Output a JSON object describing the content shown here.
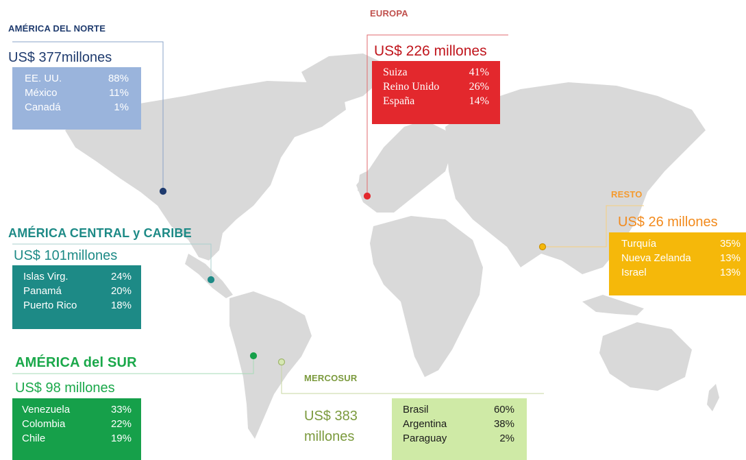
{
  "regions": {
    "north_america": {
      "title": "AMÉRICA DEL NORTE",
      "total": "US$ 377millones",
      "color": "#1f3b6e",
      "rows": [
        {
          "country": "EE. UU.",
          "pct": "88%"
        },
        {
          "country": "México",
          "pct": "11%"
        },
        {
          "country": "Canadá",
          "pct": "1%"
        }
      ]
    },
    "europe": {
      "title": "EUROPA",
      "total": "US$ 226 millones",
      "color": "#e3282d",
      "rows": [
        {
          "country": "Suiza",
          "pct": "41%"
        },
        {
          "country": "Reino Unido",
          "pct": "26%"
        },
        {
          "country": "España",
          "pct": "14%"
        }
      ]
    },
    "central_america": {
      "title": "AMÉRICA CENTRAL y CARIBE",
      "total": "US$ 101millones",
      "color": "#1d8a86",
      "rows": [
        {
          "country": "Islas Virg.",
          "pct": "24%"
        },
        {
          "country": "Panamá",
          "pct": "20%"
        },
        {
          "country": "Puerto Rico",
          "pct": "18%"
        }
      ]
    },
    "south_america": {
      "title": "AMÉRICA del SUR",
      "total": "US$ 98 millones",
      "color": "#16a04a",
      "rows": [
        {
          "country": "Venezuela",
          "pct": "33%"
        },
        {
          "country": "Colombia",
          "pct": "22%"
        },
        {
          "country": "Chile",
          "pct": "19%"
        }
      ]
    },
    "mercosur": {
      "title": "MERCOSUR",
      "total": "US$ 383 millones",
      "color": "#7b9a3d",
      "rows": [
        {
          "country": "Brasil",
          "pct": "60%"
        },
        {
          "country": "Argentina",
          "pct": "38%"
        },
        {
          "country": "Paraguay",
          "pct": "2%"
        }
      ]
    },
    "rest": {
      "title": "RESTO",
      "total": "US$ 26 millones",
      "color": "#f5b80a",
      "rows": [
        {
          "country": "Turquía",
          "pct": "35%"
        },
        {
          "country": "Nueva Zelanda",
          "pct": "13%"
        },
        {
          "country": "Israel",
          "pct": "13%"
        }
      ]
    }
  }
}
